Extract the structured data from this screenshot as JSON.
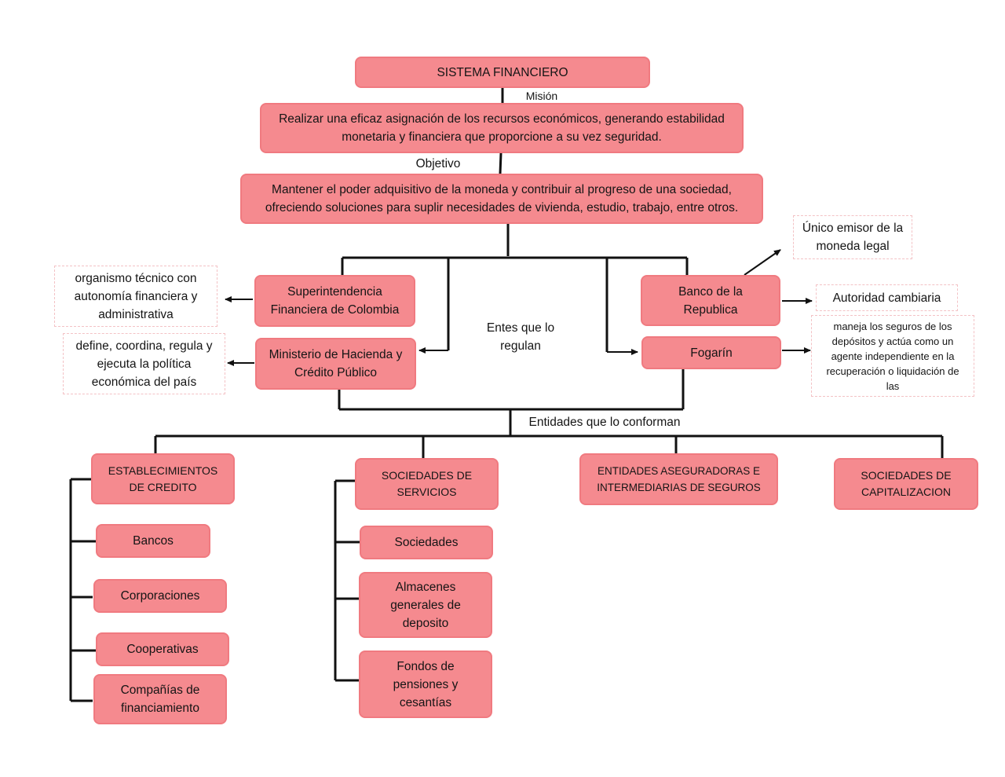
{
  "title": "SISTEMA FINANCIERO",
  "mision_label": "Misión",
  "mision_text": "Realizar una eficaz asignación de los recursos económicos, generando estabilidad monetaria y financiera que proporcione a su vez seguridad.",
  "objetivo_label": "Objetivo",
  "objetivo_text": "Mantener el poder adquisitivo de la moneda y contribuir al progreso de una sociedad, ofreciendo soluciones para suplir necesidades de vivienda, estudio, trabajo, entre otros.",
  "entes_label": "Entes que lo regulan",
  "entes": {
    "superintendencia": "Superintendencia Financiera de Colombia",
    "superintendencia_note": "organismo técnico con autonomía financiera y administrativa",
    "ministerio": "Ministerio de Hacienda y Crédito Público",
    "ministerio_note": "define, coordina, regula y ejecuta la política económica del país",
    "banco": "Banco de la Republica",
    "banco_note_1": "Único emisor de la moneda legal",
    "banco_note_2": "Autoridad cambiaria",
    "fogarin": "Fogarín",
    "fogarin_note": "maneja los seguros de los depósitos y actúa como un agente independiente en la recuperación o liquidación de las"
  },
  "entidades_label": "Entidades que lo conforman",
  "establecimientos": {
    "title": "ESTABLECIMIENTOS DE CREDITO",
    "items": [
      "Bancos",
      "Corporaciones",
      "Cooperativas",
      "Compañías de financiamiento"
    ]
  },
  "sociedades_servicios": {
    "title": "SOCIEDADES DE SERVICIOS",
    "items": [
      "Sociedades",
      "Almacenes generales de deposito",
      "Fondos de pensiones y cesantías"
    ]
  },
  "aseguradoras": "ENTIDADES ASEGURADORAS E INTERMEDIARIAS DE SEGUROS",
  "capitalizacion": "SOCIEDADES DE CAPITALIZACION",
  "colors": {
    "box_fill": "#f58a8f",
    "box_border": "#f07a80",
    "note_border": "#f3c2c5",
    "line": "#111111"
  }
}
